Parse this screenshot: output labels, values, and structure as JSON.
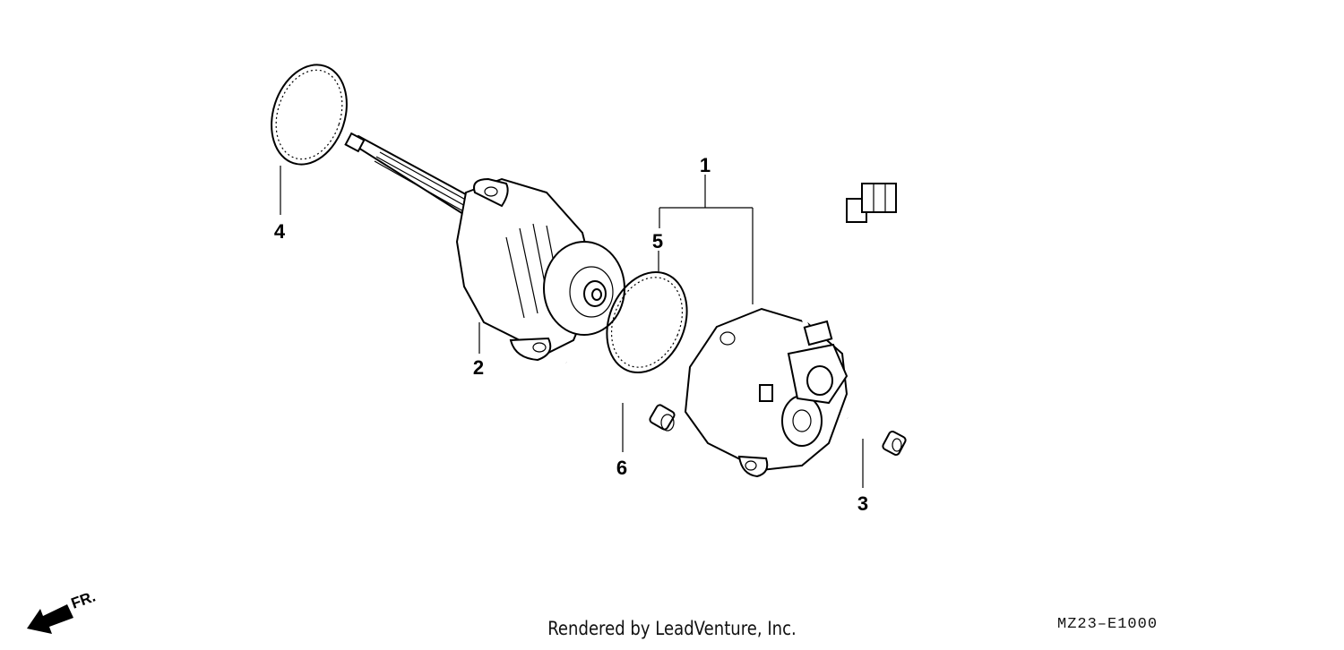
{
  "callouts": {
    "p1": "1",
    "p2": "2",
    "p3": "3",
    "p4": "4",
    "p5": "5",
    "p6": "6"
  },
  "direction": {
    "label": "FR."
  },
  "footer": {
    "credit": "Rendered by LeadVenture, Inc.",
    "diagram_code": "MZ23–E1000"
  }
}
